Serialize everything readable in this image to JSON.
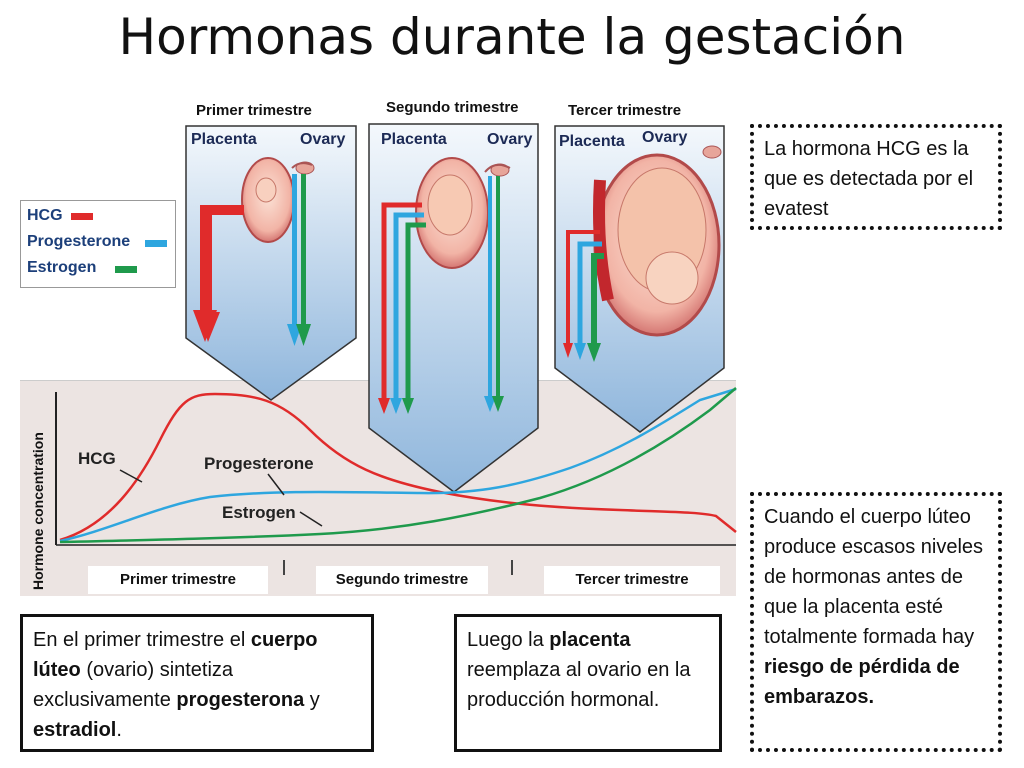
{
  "title": "Hormonas durante la gestación",
  "panels": {
    "top_labels": [
      "Primer trimestre",
      "Segundo trimestre",
      "Tercer trimestre"
    ],
    "placenta_label": "Placenta",
    "ovary_label": "Ovary"
  },
  "legend": {
    "items": [
      {
        "name": "HCG",
        "color": "#e02b2b"
      },
      {
        "name": "Progesterone",
        "color": "#2ea6df"
      },
      {
        "name": "Estrogen",
        "color": "#1f9a4c"
      }
    ]
  },
  "graph": {
    "y_axis_label": "Hormone concentration",
    "curve_labels": {
      "hcg": "HCG",
      "progesterone": "Progesterone",
      "estrogen": "Estrogen"
    },
    "x_segments": [
      "Primer trimestre",
      "Segundo trimestre",
      "Tercer trimestre"
    ]
  },
  "notes": {
    "hcg_note": "La hormona HCG es la que es detectada por el evatest",
    "first_trimester": {
      "p1": "En el primer trimestre el ",
      "b1": "cuerpo lúteo",
      "p2": " (ovario) sintetiza exclusivamente ",
      "b2": "progesterona",
      "p3": " y ",
      "b3": "estradiol",
      "p4": "."
    },
    "placenta": {
      "p1": "Luego la ",
      "b1": "placenta",
      "p2": " reemplaza al ovario en la producción hormonal."
    },
    "risk": {
      "p1": "Cuando el cuerpo lúteo produce escasos niveles de hormonas antes de que la placenta esté totalmente formada hay ",
      "b1": "riesgo de pérdida de embarazos."
    }
  }
}
